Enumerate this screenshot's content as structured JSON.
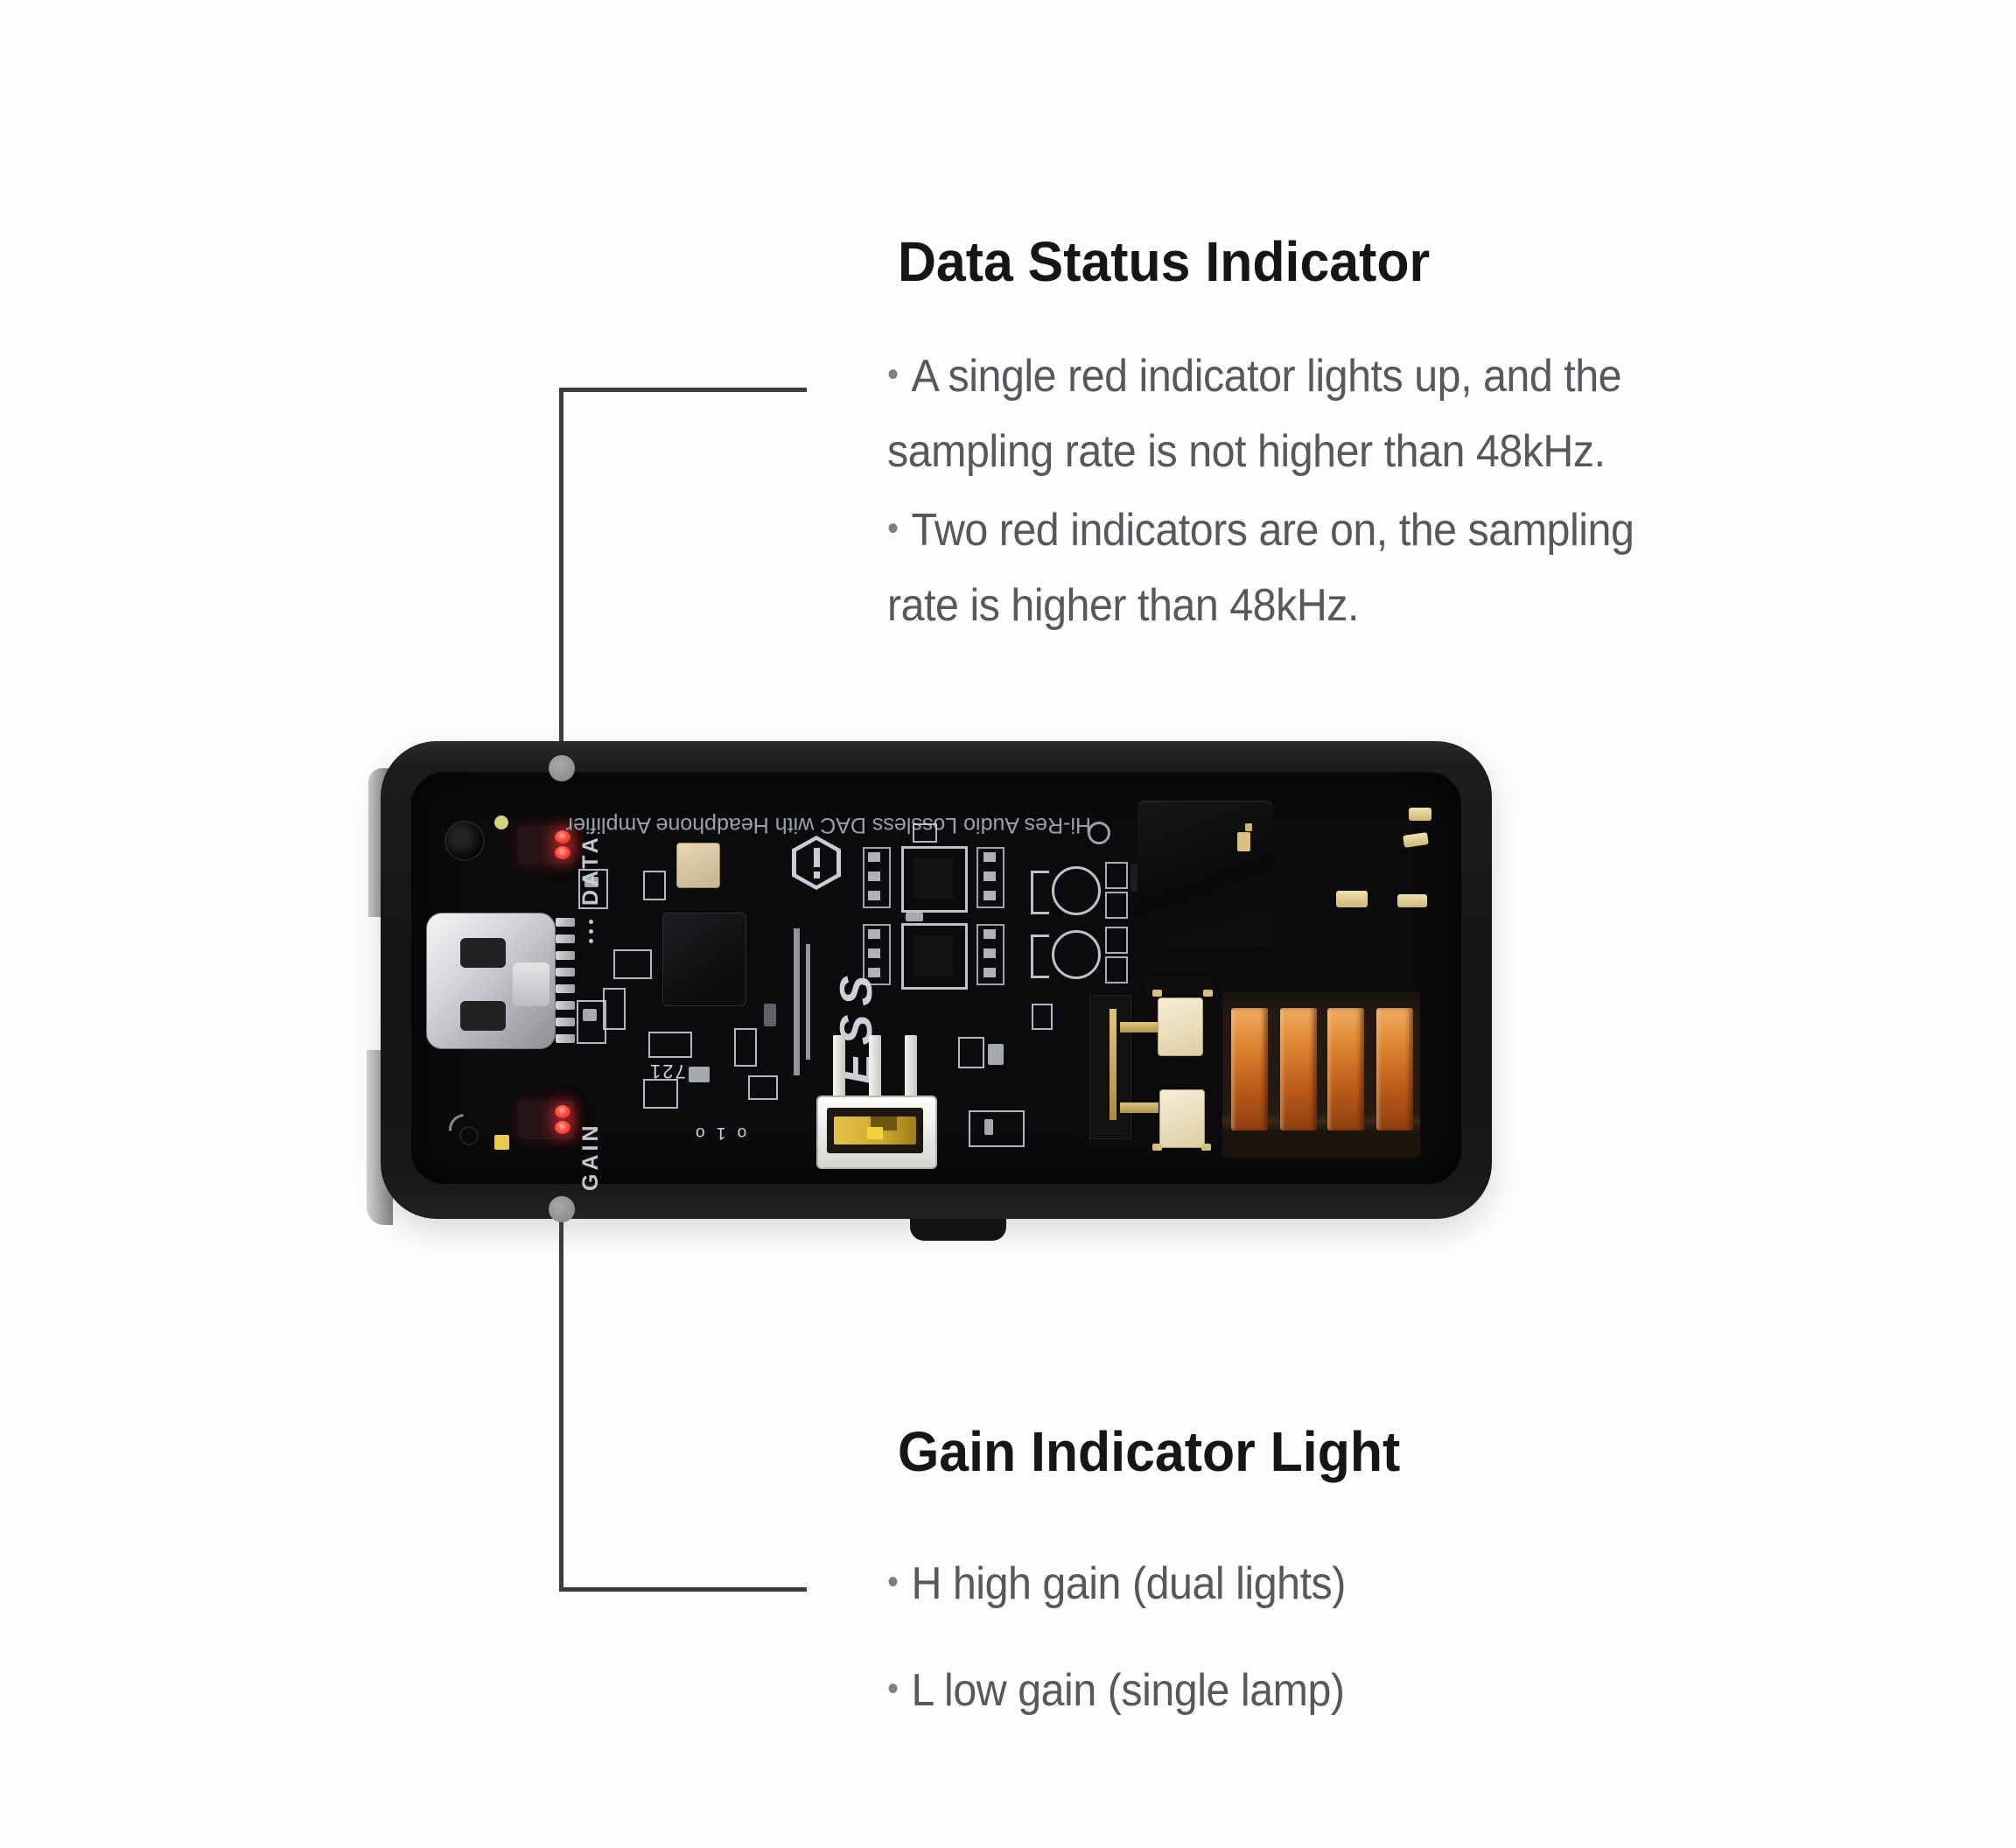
{
  "page": {
    "background": "#fdfdfd",
    "type_label": "product-annotation-diagram"
  },
  "sections": {
    "data_status": {
      "title": "Data Status Indicator",
      "lines": [
        {
          "bullet": "•",
          "text": "A single red indicator lights up, and the"
        },
        {
          "text": "sampling rate is not higher than 48kHz."
        },
        {
          "bullet": "•",
          "text": "Two red indicators are on, the sampling"
        },
        {
          "text": "rate is higher than 48kHz."
        }
      ]
    },
    "gain": {
      "title": "Gain Indicator Light",
      "lines": [
        {
          "bullet": "•",
          "text": "H high gain (dual lights)"
        },
        {
          "bullet": "•",
          "text": "L low gain (single lamp)"
        }
      ]
    }
  },
  "device": {
    "data_label": "DATA",
    "gain_label": "GAIN",
    "board_title": "Hi-Res Audio Lossless DAC with Headphone Amplifier",
    "logo_text": "ESS",
    "mark_721": "721",
    "mark_o1o": "o 1 o",
    "colors": {
      "shell": "#171618",
      "pcb": "#0b0b0d",
      "led_red": "#e8342c",
      "copper": "#cf7a2c",
      "gold": "#d8bc62",
      "ivory": "#efe6c8",
      "silkscreen": "#cdd2d8",
      "usb_silver": "#c3c4c8",
      "callout_line": "#3d3d3f",
      "callout_dot": "#99999b",
      "heading_text": "#161616",
      "body_text": "#55585c"
    }
  }
}
